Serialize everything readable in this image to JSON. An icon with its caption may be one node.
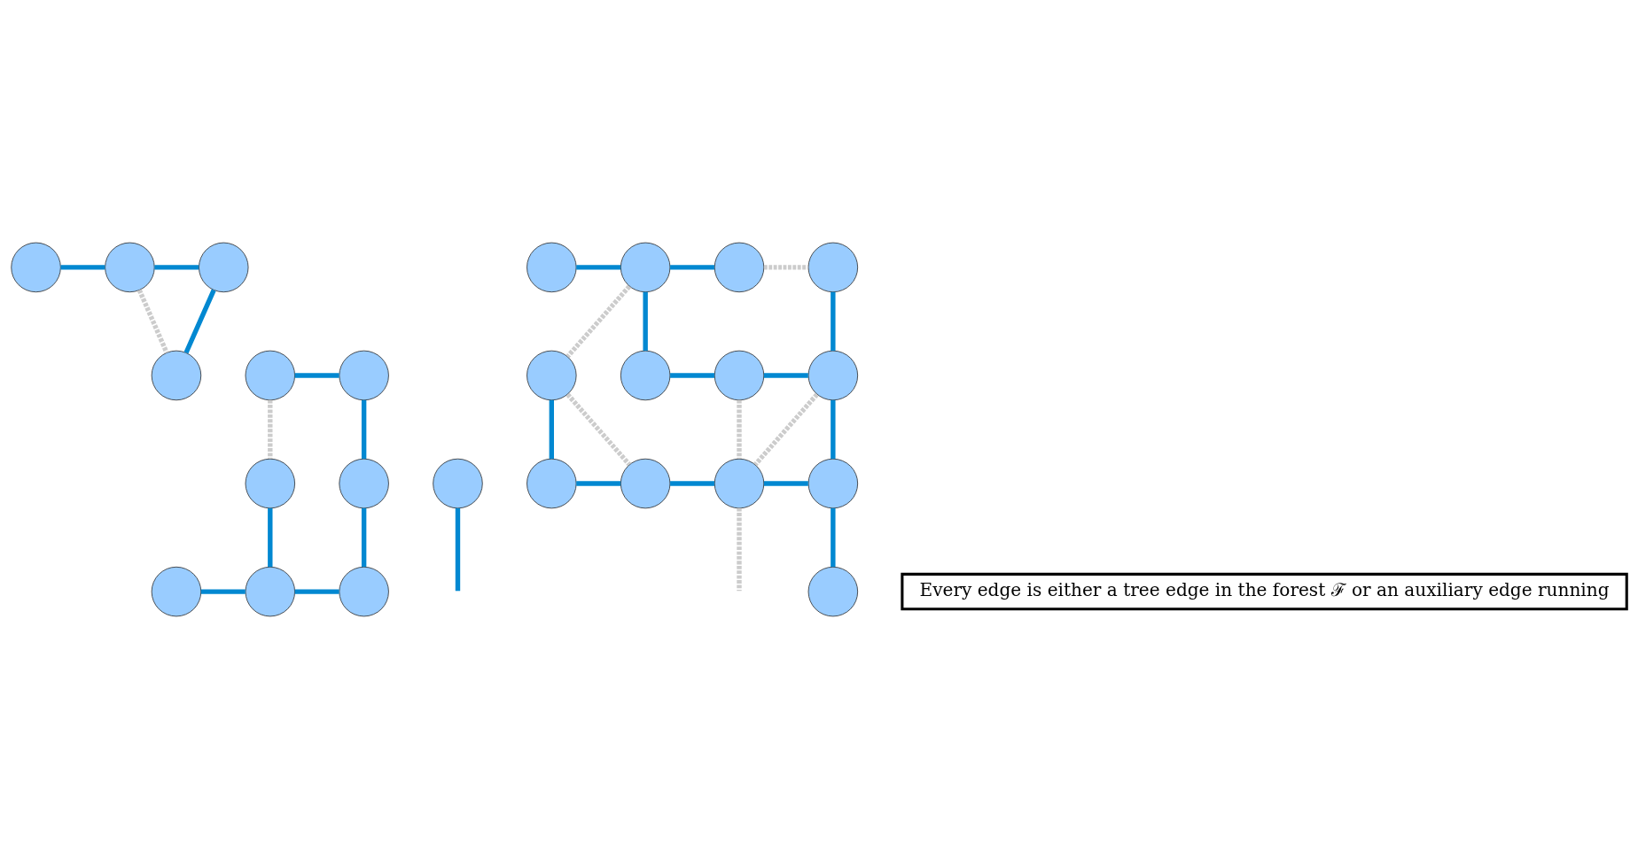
{
  "diagram": {
    "nodes": [
      {
        "text": [],
        "shape": "circle"
      },
      {
        "text": [],
        "shape": "circle"
      },
      {
        "text": [],
        "shape": "circle"
      },
      {
        "text": [],
        "shape": "circle"
      },
      {
        "text": [],
        "shape": "circle"
      },
      {
        "text": [],
        "shape": "circle"
      },
      {
        "text": [],
        "shape": "circle"
      },
      {
        "text": [],
        "shape": "circle"
      },
      {
        "text": [],
        "shape": "circle"
      },
      {
        "text": [],
        "shape": "circle"
      },
      {
        "text": [],
        "shape": "circle"
      },
      {
        "text": [],
        "shape": "circle"
      },
      {
        "text": [],
        "shape": "circle"
      },
      {
        "text": [],
        "shape": "circle"
      },
      {
        "text": [],
        "shape": "circle"
      },
      {
        "text": [],
        "shape": "circle"
      },
      {
        "text": [],
        "shape": "circle"
      },
      {
        "text": [],
        "shape": "circle"
      },
      {
        "text": [],
        "shape": "circle"
      },
      {
        "text": [],
        "shape": "circle"
      },
      {
        "text": [],
        "shape": "circle"
      },
      {
        "text": [],
        "shape": "circle"
      },
      {
        "text": [],
        "shape": "circle"
      },
      {
        "text": [],
        "shape": "circle"
      },
      {
        "text": [],
        "shape": "circle"
      },
      {
        "text": [
          "Every edge is either a tree edge in the forest ℱ or an auxiliary edge running"
        ]
      }
    ],
    "edges": [
      {
        "from": 0,
        "to": 1,
        "arrow": "none"
      },
      {
        "from": 1,
        "to": 2,
        "arrow": "none"
      },
      {
        "from": 1,
        "to": 5,
        "arrow": "none",
        "style": "dashed",
        "color": "#cccccc"
      },
      {
        "from": 2,
        "to": 5,
        "arrow": "none"
      },
      {
        "from": 3,
        "to": 4,
        "arrow": "none"
      },
      {
        "from": 3,
        "to": 6,
        "arrow": "none",
        "style": "dashed",
        "color": "#cccccc"
      },
      {
        "from": 4,
        "to": 7,
        "arrow": "none"
      },
      {
        "from": 6,
        "to": 10,
        "arrow": "none"
      },
      {
        "from": 7,
        "to": 11,
        "arrow": "none"
      },
      {
        "from": 8,
        "to": null,
        "arrow": "none"
      },
      {
        "from": 9,
        "to": 10,
        "arrow": "none"
      },
      {
        "from": 10,
        "to": 11,
        "arrow": "none"
      },
      {
        "from": 12,
        "to": 13,
        "arrow": "none"
      },
      {
        "from": 13,
        "to": 14,
        "arrow": "none"
      },
      {
        "from": 14,
        "to": 15,
        "arrow": "none",
        "style": "dashed",
        "color": "#cccccc"
      },
      {
        "from": 13,
        "to": 16,
        "arrow": "none",
        "style": "dashed",
        "color": "#cccccc"
      },
      {
        "from": 13,
        "to": 17,
        "arrow": "none"
      },
      {
        "from": 15,
        "to": 19,
        "arrow": "none"
      },
      {
        "from": 17,
        "to": 18,
        "arrow": "none"
      },
      {
        "from": 18,
        "to": 19,
        "arrow": "none"
      },
      {
        "from": 16,
        "to": 20,
        "arrow": "none"
      },
      {
        "from": 16,
        "to": 21,
        "arrow": "none",
        "style": "dashed",
        "color": "#cccccc"
      },
      {
        "from": 18,
        "to": 22,
        "arrow": "none",
        "style": "dashed",
        "color": "#cccccc"
      },
      {
        "from": 19,
        "to": 22,
        "arrow": "none",
        "style": "dashed",
        "color": "#cccccc"
      },
      {
        "from": 19,
        "to": 23,
        "arrow": "none"
      },
      {
        "from": 20,
        "to": 21,
        "arrow": "none"
      },
      {
        "from": 21,
        "to": 22,
        "arrow": "none"
      },
      {
        "from": 22,
        "to": 23,
        "arrow": "none"
      },
      {
        "from": 22,
        "to": null,
        "arrow": "none",
        "style": "dashed",
        "color": "#cccccc"
      },
      {
        "from": 23,
        "to": 24,
        "arrow": "none"
      }
    ]
  }
}
